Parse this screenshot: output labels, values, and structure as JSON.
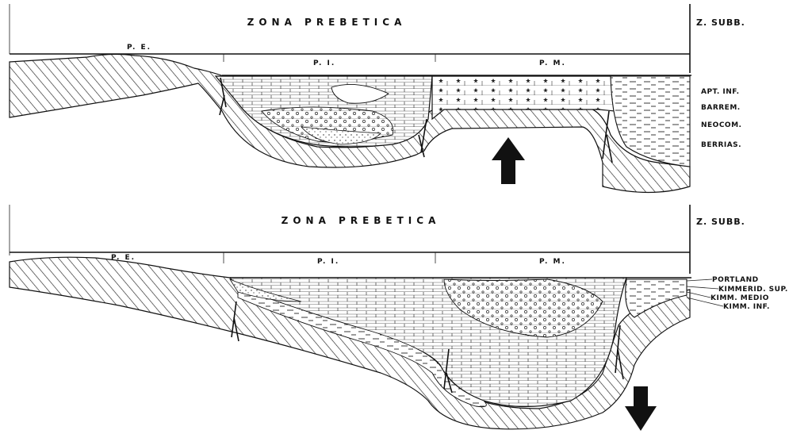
{
  "upper_section": {
    "zone_title": "ZONA PREBETICA",
    "subbetic_label": "Z. SUBB.",
    "segments": [
      "P. E.",
      "P. I.",
      "P. M."
    ],
    "strata": [
      "APT. INF.",
      "BARREM.",
      "NEOCOM.",
      "BERRIAS."
    ],
    "arrow": "up-arrow"
  },
  "lower_section": {
    "zone_title": "ZONA PREBETICA",
    "subbetic_label": "Z. SUBB.",
    "segments": [
      "P. E.",
      "P. I.",
      "P. M."
    ],
    "strata": [
      "PORTLAND",
      "KIMMERID. SUP.",
      "KIMM. MEDIO",
      "KIMM. INF."
    ],
    "arrow": "down-arrow"
  }
}
